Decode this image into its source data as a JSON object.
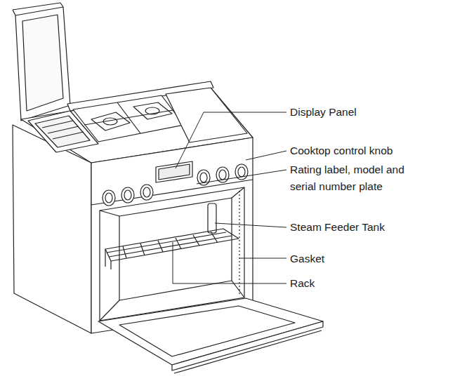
{
  "diagram": {
    "labels": [
      "Display Panel",
      "Cooktop control knob",
      "Rating label, model and serial number plate",
      "Steam Feeder Tank",
      "Gasket",
      "Rack"
    ]
  }
}
